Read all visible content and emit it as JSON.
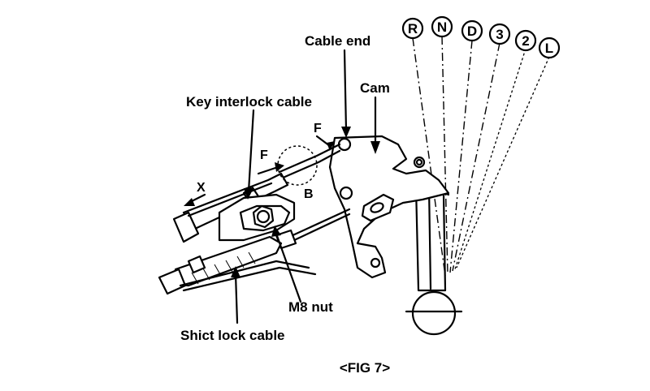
{
  "labels": {
    "cable_end": "Cable end",
    "cam": "Cam",
    "key_interlock_cable": "Key interlock cable",
    "f_upper": "F",
    "f_lower": "F",
    "x": "X",
    "b": "B",
    "m8_nut": "M8 nut",
    "shift_lock_cable": "Shict lock cable"
  },
  "positions": [
    "R",
    "N",
    "D",
    "3",
    "2",
    "L"
  ],
  "caption": "<FIG 7>"
}
